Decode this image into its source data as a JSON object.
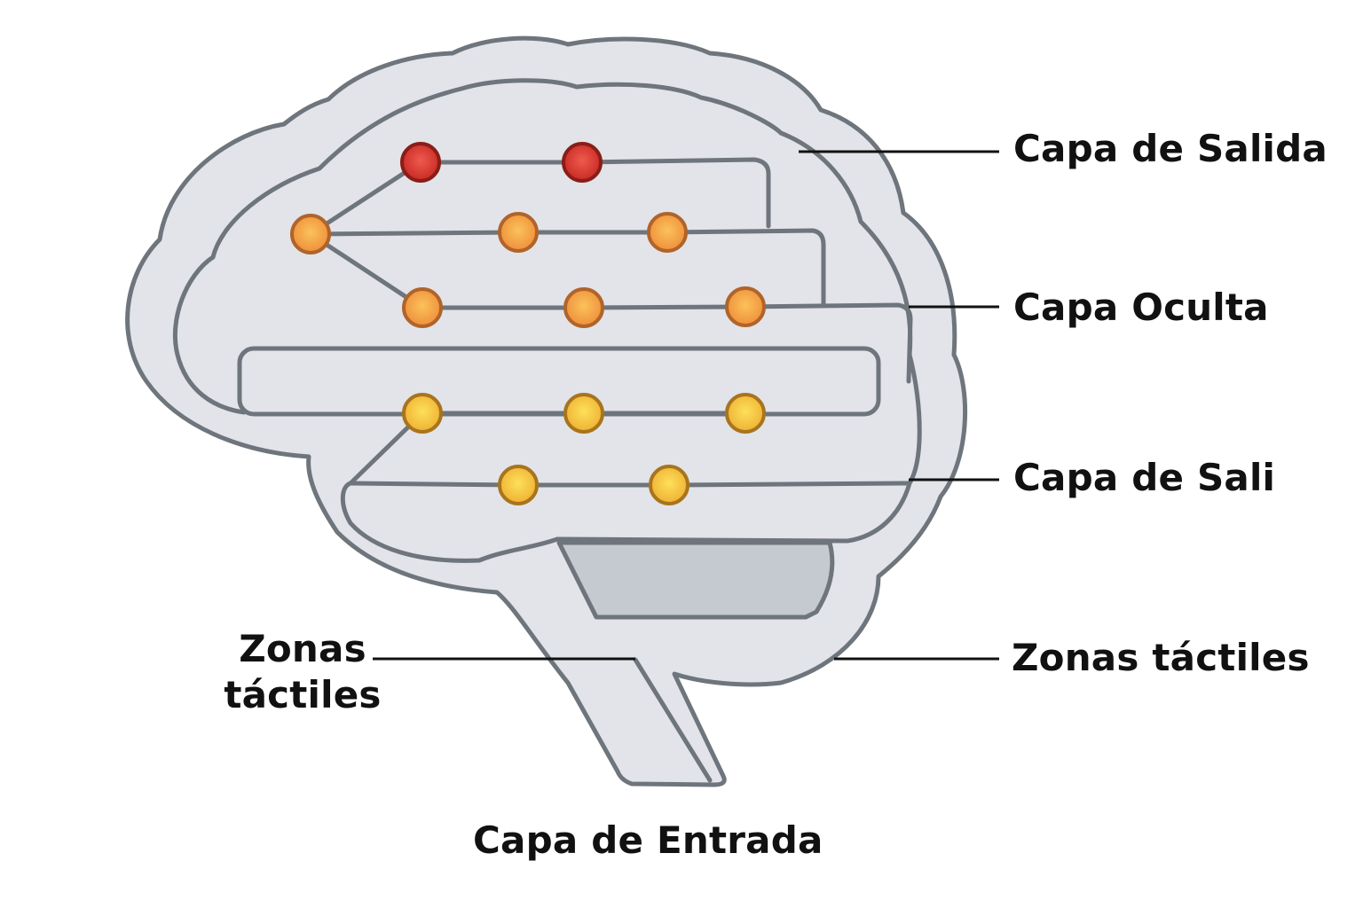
{
  "labels": {
    "output_layer": "Capa de Salida",
    "hidden_layer": "Capa Oculta",
    "sali_layer": "Capa de Sali",
    "tactile_right": "Zonas táctiles",
    "tactile_left_line1": "Zonas",
    "tactile_left_line2": "táctiles",
    "input_layer": "Capa de Entrada"
  },
  "colors": {
    "brain_fill": "#e2e4e9",
    "brain_stroke": "#6e757c",
    "cerebellum_fill": "#c5c9d0",
    "node_red": "#d6332d",
    "node_orange": "#f29a44",
    "node_yellow": "#f1bb3a",
    "leader_line": "#111111"
  },
  "icons": {
    "brain": "brain-icon",
    "node": "neuron-node"
  }
}
